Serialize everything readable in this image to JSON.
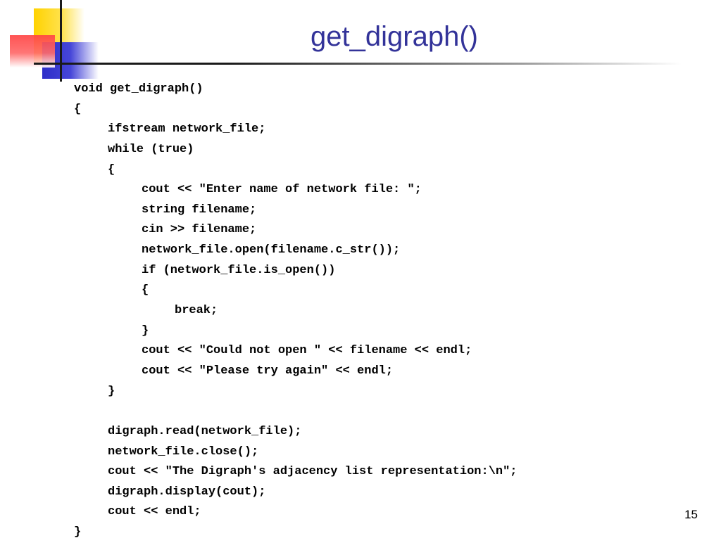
{
  "slide": {
    "title": "get_digraph()",
    "page_number": "15",
    "colors": {
      "title": "#333399",
      "accent_yellow": "#ffd200",
      "accent_blue": "#2e2ec8",
      "accent_red": "#ff4444"
    },
    "code_lines": [
      {
        "indent": 0,
        "text": "void get_digraph()"
      },
      {
        "indent": 0,
        "text": "{"
      },
      {
        "indent": 1,
        "text": "ifstream network_file;"
      },
      {
        "indent": 1,
        "text": "while (true)"
      },
      {
        "indent": 1,
        "text": "{"
      },
      {
        "indent": 2,
        "text": "cout << \"Enter name of network file: \";"
      },
      {
        "indent": 2,
        "text": "string filename;"
      },
      {
        "indent": 2,
        "text": "cin >> filename;"
      },
      {
        "indent": 2,
        "text": "network_file.open(filename.c_str());"
      },
      {
        "indent": 2,
        "text": "if (network_file.is_open())"
      },
      {
        "indent": 2,
        "text": "{"
      },
      {
        "indent": 3,
        "text": "break;"
      },
      {
        "indent": 2,
        "text": "}"
      },
      {
        "indent": 2,
        "text": "cout << \"Could not open \" << filename << endl;"
      },
      {
        "indent": 2,
        "text": "cout << \"Please try again\" << endl;"
      },
      {
        "indent": 1,
        "text": "}"
      },
      {
        "indent": 1,
        "text": ""
      },
      {
        "indent": 1,
        "text": "digraph.read(network_file);"
      },
      {
        "indent": 1,
        "text": "network_file.close();"
      },
      {
        "indent": 1,
        "text": "cout << \"The Digraph's adjacency list representation:\\n\";"
      },
      {
        "indent": 1,
        "text": "digraph.display(cout);"
      },
      {
        "indent": 1,
        "text": "cout << endl;"
      },
      {
        "indent": 0,
        "text": "}"
      }
    ]
  }
}
